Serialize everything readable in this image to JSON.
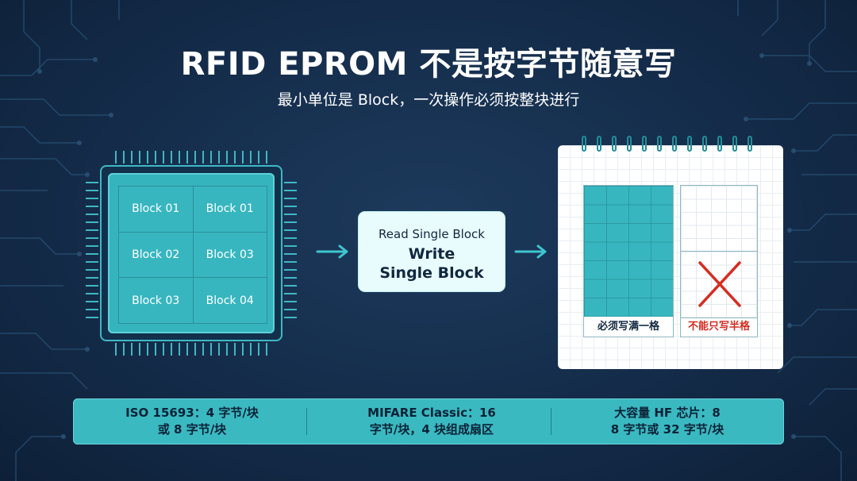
{
  "header": {
    "title": "RFID EPROM 不是按字节随意写",
    "subtitle": "最小单位是 Block，一次操作必须按整块进行"
  },
  "chip": {
    "blocks": [
      "Block 01",
      "Block 01",
      "Block 02",
      "Block 03",
      "Block 03",
      "Block 04"
    ]
  },
  "command": {
    "read_label": "Read Single Block",
    "write_label": "Write\nSingle Block"
  },
  "notepad": {
    "full_caption": "必须写满一格",
    "half_caption": "不能只写半格"
  },
  "info_bar": {
    "items": [
      "ISO 15693：4 字节/块\n或 8 字节/块",
      "MIFARE Classic：16\n字节/块，4 块组成扇区",
      "大容量 HF 芯片：8\n8 字节或 32 字节/块"
    ]
  },
  "colors": {
    "background": "#142c4a",
    "accent_teal": "#38b6bf",
    "error_red": "#d42d22"
  },
  "icons": [
    "right-arrow-icon",
    "cross-icon",
    "spiral-ring-icon"
  ]
}
